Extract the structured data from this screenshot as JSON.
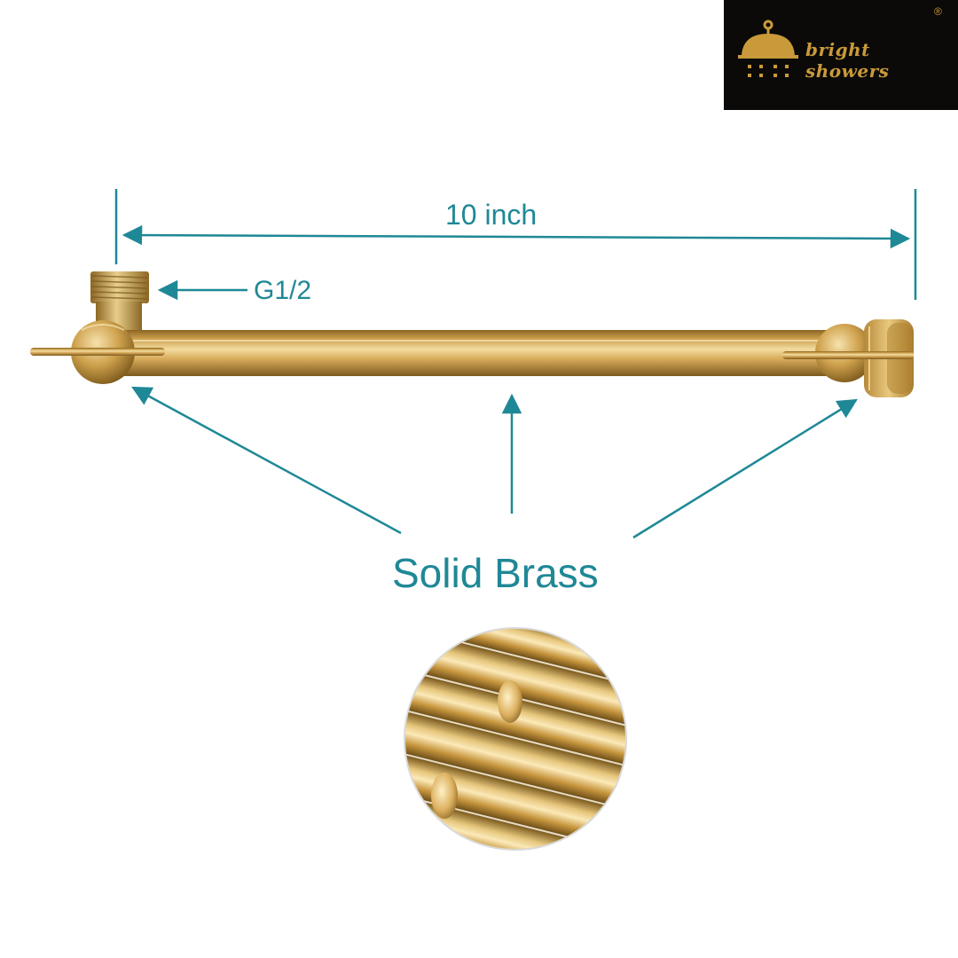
{
  "brand": {
    "name": "bright showers",
    "registered_mark": "®",
    "background": "#0b0a08",
    "text_color": "#c99a3a",
    "emblem_icon": "shower-head-icon"
  },
  "annotations": {
    "length": "10 inch",
    "thread": "G1/2",
    "material": "Solid Brass"
  },
  "colors": {
    "annotation": "#1f8896",
    "brass_light": "#f3dca0",
    "brass_mid": "#c99c4a",
    "brass_dark": "#8a6422"
  }
}
